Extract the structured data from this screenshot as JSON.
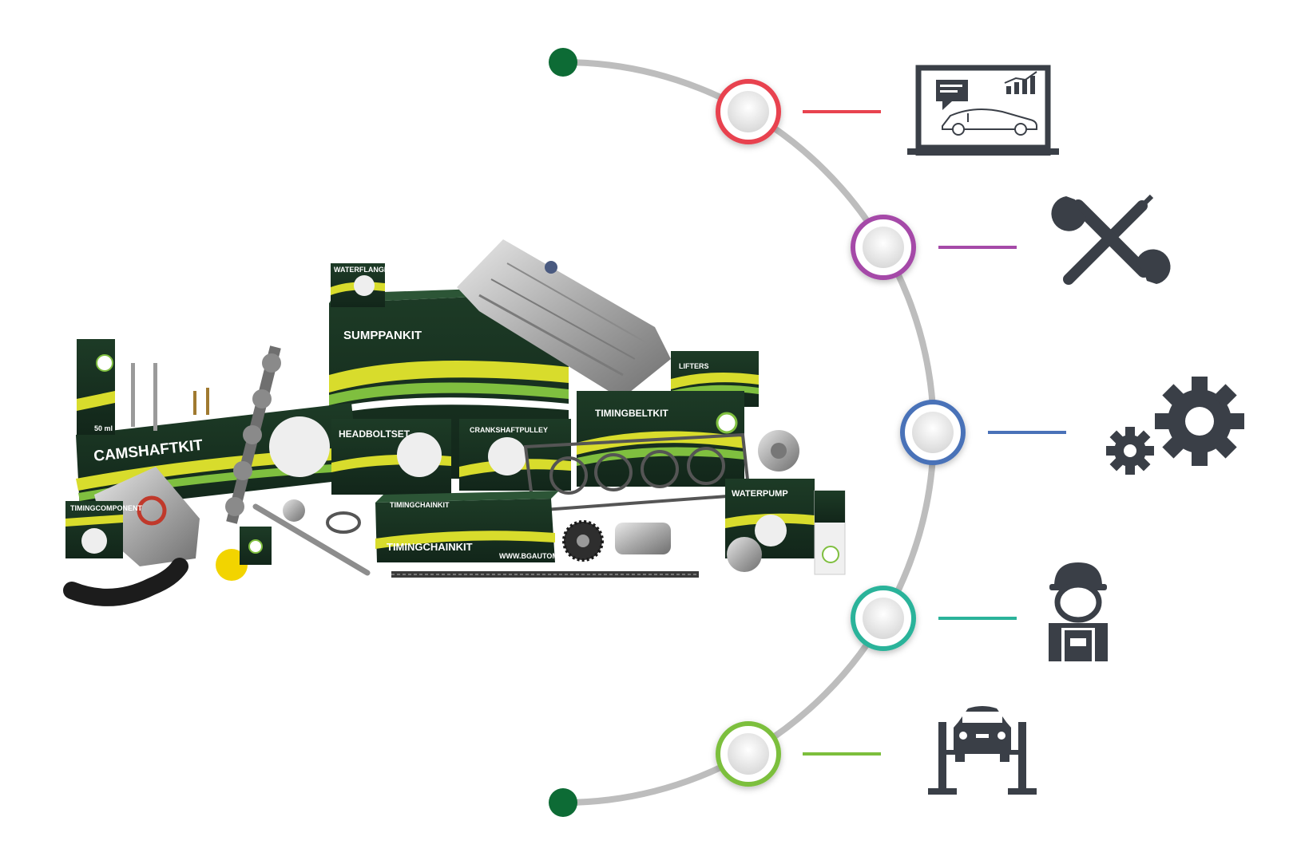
{
  "colors": {
    "arc": "#bdbdbd",
    "endpoint": "#0d6b35",
    "icon": "#3a3f47",
    "box_green": "#1f4a2b",
    "box_dark": "#1a2a1f",
    "stripe_yellow": "#d8dc2c",
    "stripe_lime": "#7fbf3f",
    "nodes": [
      "#e8434f",
      "#a54aa8",
      "#4a72b8",
      "#2bb39a",
      "#7cbf3c"
    ]
  },
  "products": {
    "camshaft_kit": "CAMSHAFTKIT",
    "sump_pan_kit": "SUMPPANKIT",
    "head_bolt_set": "HEADBOLTSET",
    "crankshaft_pulley": "CRANKSHAFTPULLEY",
    "timing_belt_kit": "TIMINGBELTKIT",
    "timing_chain_kit": "TIMINGCHAINKIT",
    "timing_chain_kit_lid": "TIMINGCHAINKIT",
    "water_pump": "WATERPUMP",
    "lifters": "LIFTERS",
    "water_flange": "WATERFLANGE",
    "timing_component": "TIMINGCOMPONENT",
    "website": "WWW.BGAUTOMOTIVE.CO.UK",
    "oil_size": "50 ml"
  },
  "icons": [
    {
      "name": "laptop-diagnostics-icon"
    },
    {
      "name": "tools-icon"
    },
    {
      "name": "gears-icon"
    },
    {
      "name": "mechanic-icon"
    },
    {
      "name": "car-lift-icon"
    }
  ]
}
